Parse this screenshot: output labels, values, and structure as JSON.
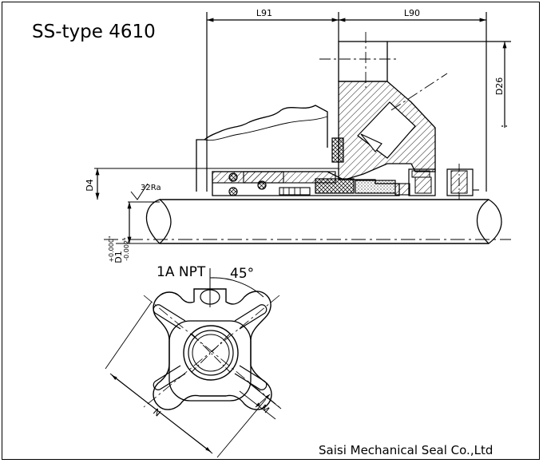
{
  "title": "SS-type 4610",
  "company": "Saisi Mechanical Seal Co.,Ltd",
  "dims": {
    "l91": "L91",
    "l90": "L90",
    "d26": "D26",
    "d4": "D4",
    "roughness": "32Ra",
    "d1": "D1",
    "d1_tol_upper": "+0.000\"",
    "d1_tol_lower": "-0.002\"",
    "port": "1A NPT",
    "angle": "45°",
    "n": "N",
    "m": "M"
  }
}
